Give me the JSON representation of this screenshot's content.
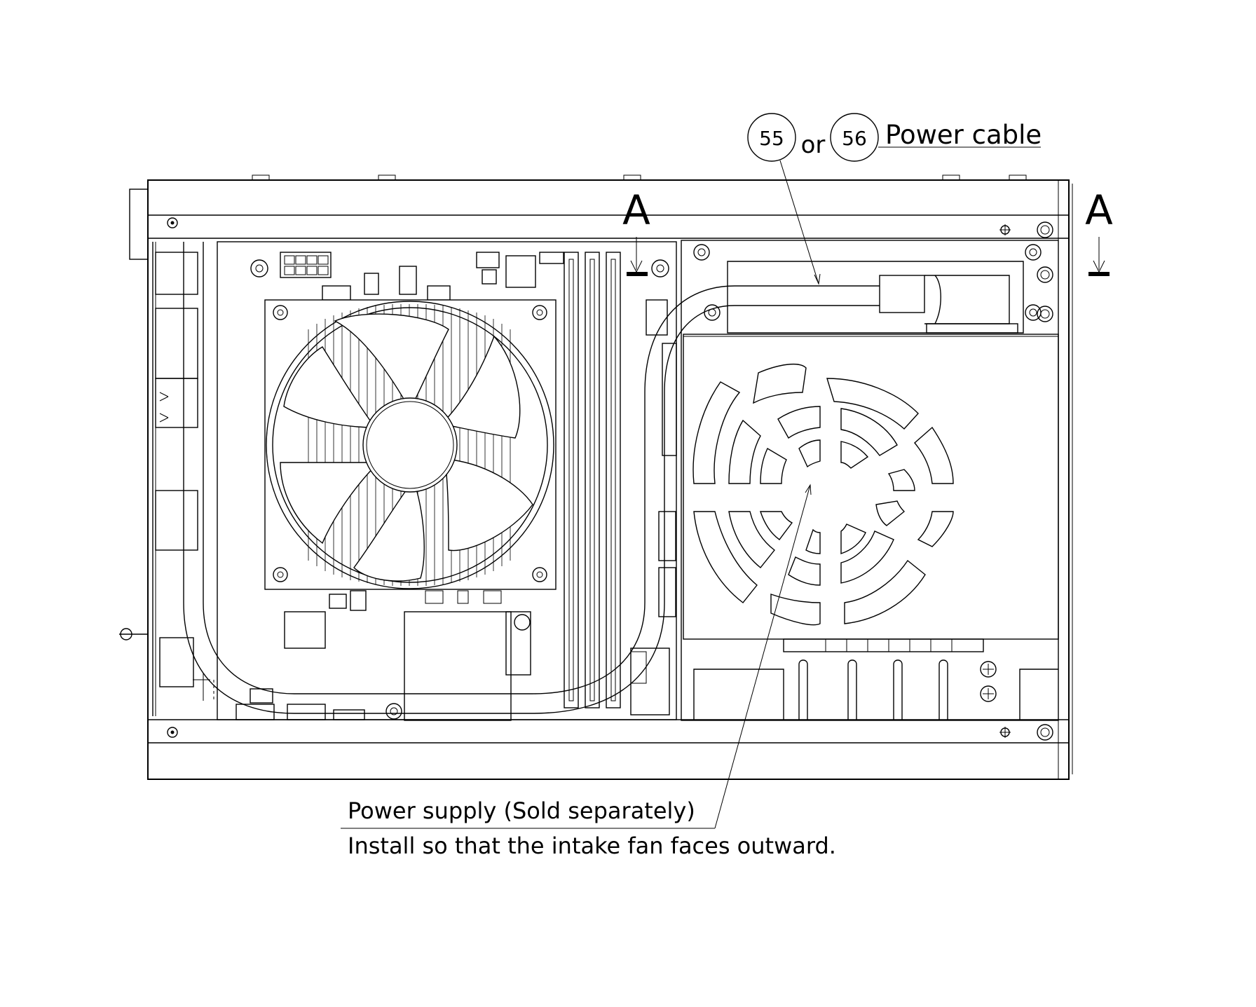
{
  "callouts": {
    "part_a": "55",
    "connector": "or",
    "part_b": "56",
    "power_cable": "Power cable"
  },
  "section_marks": {
    "left": "A",
    "right": "A"
  },
  "notes": {
    "power_supply": "Power supply (Sold separately)",
    "install": "Install so that the intake fan faces outward."
  },
  "colors": {
    "line": "#000000",
    "background": "#ffffff"
  }
}
